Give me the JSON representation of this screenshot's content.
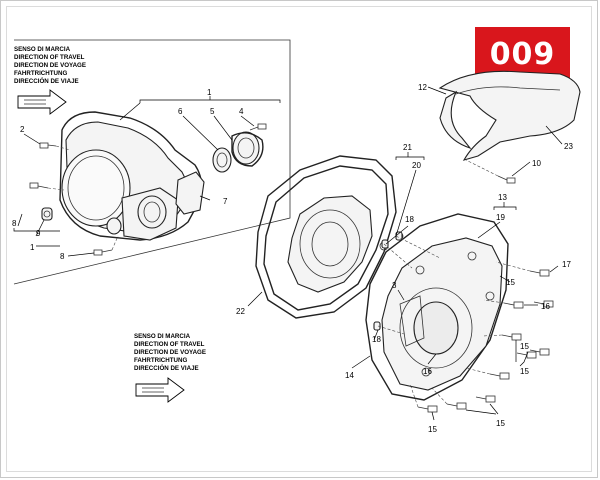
{
  "badge": {
    "text": "009",
    "color": "#d9161c"
  },
  "direction_labels_top": [
    "SENSO DI MARCIA",
    "DIRECTION OF TRAVEL",
    "DIRECTION DE VOYAGE",
    "FAHRTRICHTUNG",
    "DIRECCIÓN DE VIAJE"
  ],
  "direction_labels_bottom": [
    "SENSO DI MARCIA",
    "DIRECTION OF TRAVEL",
    "DIRECTION DE VOYAGE",
    "FAHRTRICHTUNG",
    "DIRECCIÓN DE VIAJE"
  ],
  "part_numbers": {
    "p1_top": "1",
    "p2": "2",
    "p4": "4",
    "p5": "5",
    "p6": "6",
    "p7": "7",
    "p8_left": "8",
    "p8_bottom": "8",
    "p9": "9",
    "p1_bottom": "1",
    "p12": "12",
    "p23": "23",
    "p10": "10",
    "p21": "21",
    "p20": "20",
    "p18_top": "18",
    "p18_bottom": "18",
    "p22": "22",
    "p3": "3",
    "p14": "14",
    "p13": "13",
    "p19": "19",
    "p17": "17",
    "p16_right": "16",
    "p16_center": "16",
    "p15_a": "15",
    "p15_b": "15",
    "p15_c": "15",
    "p15_d": "15",
    "p15_e": "15"
  }
}
